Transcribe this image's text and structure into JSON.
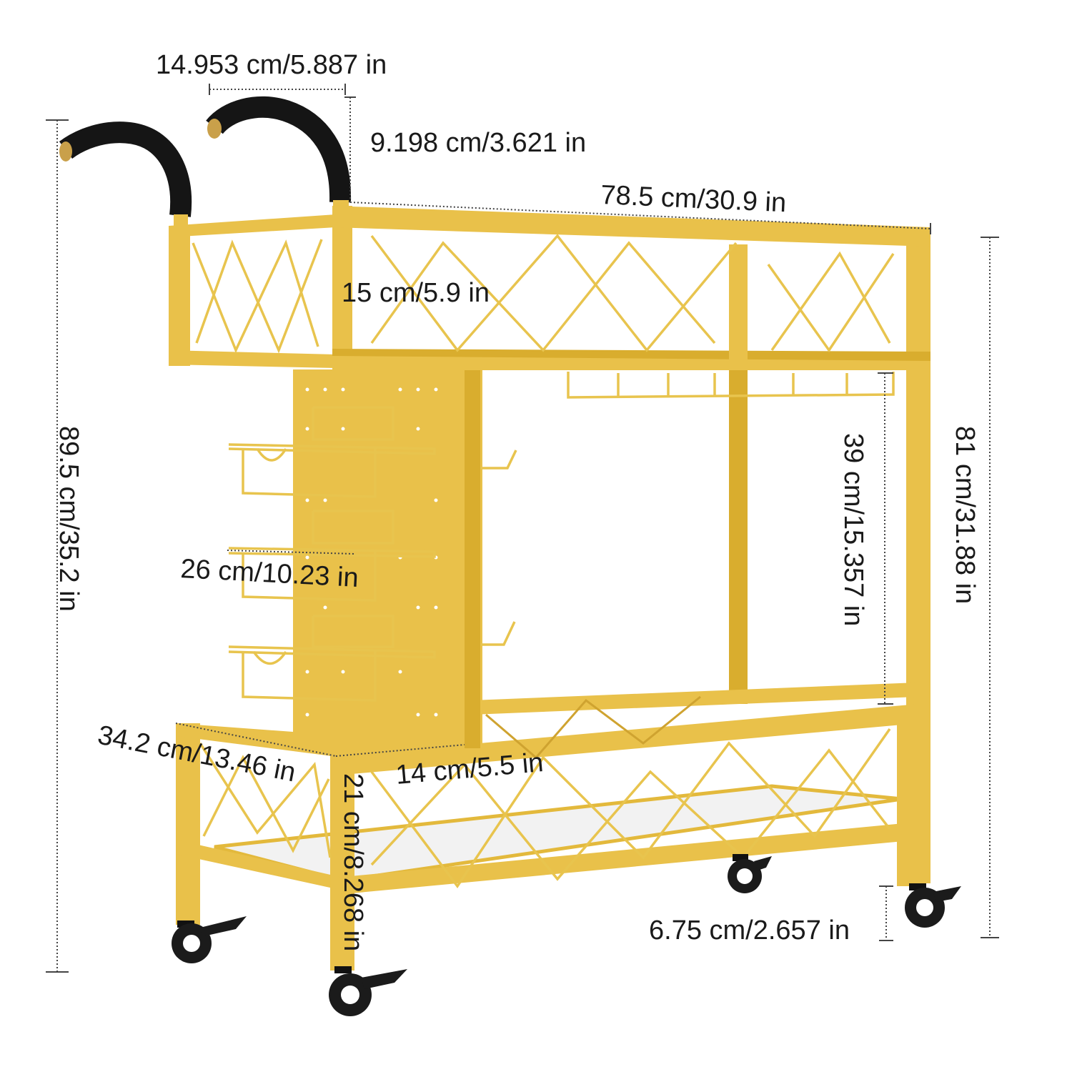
{
  "dimensions": {
    "handle_spacing": "14.953 cm/5.887 in",
    "handle_height": "9.198 cm/3.621 in",
    "top_length": "78.5 cm/30.9 in",
    "top_rail_height": "15 cm/5.9 in",
    "total_height": "89.5 cm/35.2 in",
    "body_height": "81 cm/31.88 in",
    "shelf_gap": "39 cm/15.357 in",
    "rack_width": "26 cm/10.23 in",
    "depth": "34.2 cm/13.46 in",
    "board_width": "14 cm/5.5 in",
    "bottom_rail_height": "21 cm/8.268 in",
    "caster_height": "6.75 cm/2.657 in"
  },
  "colors": {
    "frame_gold": "#e9c14a",
    "frame_gold_dark": "#d9ad2e",
    "handle_foam": "#151515",
    "shelf_white": "#f2f2f2",
    "caster_black": "#1b1b1b"
  },
  "icons": {
    "handle": "foam-grip-handle-icon",
    "caster": "locking-caster-wheel-icon",
    "pegboard": "pegboard-panel-icon"
  }
}
